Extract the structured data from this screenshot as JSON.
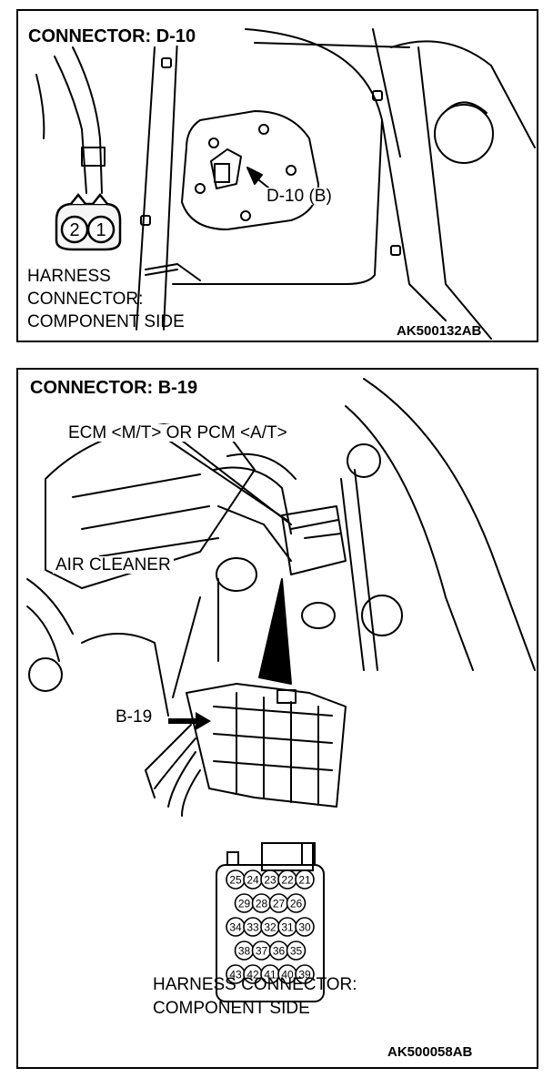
{
  "panel1": {
    "title": "CONNECTOR: D-10",
    "callout": "D-10 (B)",
    "harness_line1": "HARNESS",
    "harness_line2": "CONNECTOR:",
    "harness_line3": "COMPONENT SIDE",
    "pins": [
      "2",
      "1"
    ],
    "code": "AK500132AB"
  },
  "panel2": {
    "title": "CONNECTOR: B-19",
    "ecm_label": "ECM <M/T> OR PCM <A/T>",
    "air_cleaner": "AIR CLEANER",
    "b19_label": "B-19",
    "pin_rows": [
      [
        "25",
        "24",
        "23",
        "22",
        "21"
      ],
      [
        "29",
        "28",
        "27",
        "26"
      ],
      [
        "34",
        "33",
        "32",
        "31",
        "30"
      ],
      [
        "38",
        "37",
        "36",
        "35"
      ],
      [
        "43",
        "42",
        "41",
        "40",
        "39"
      ]
    ],
    "harness_line1": "HARNESS CONNECTOR:",
    "harness_line2": "COMPONENT SIDE",
    "code": "AK500058AB"
  },
  "colors": {
    "line": "#000000",
    "background": "#ffffff"
  }
}
